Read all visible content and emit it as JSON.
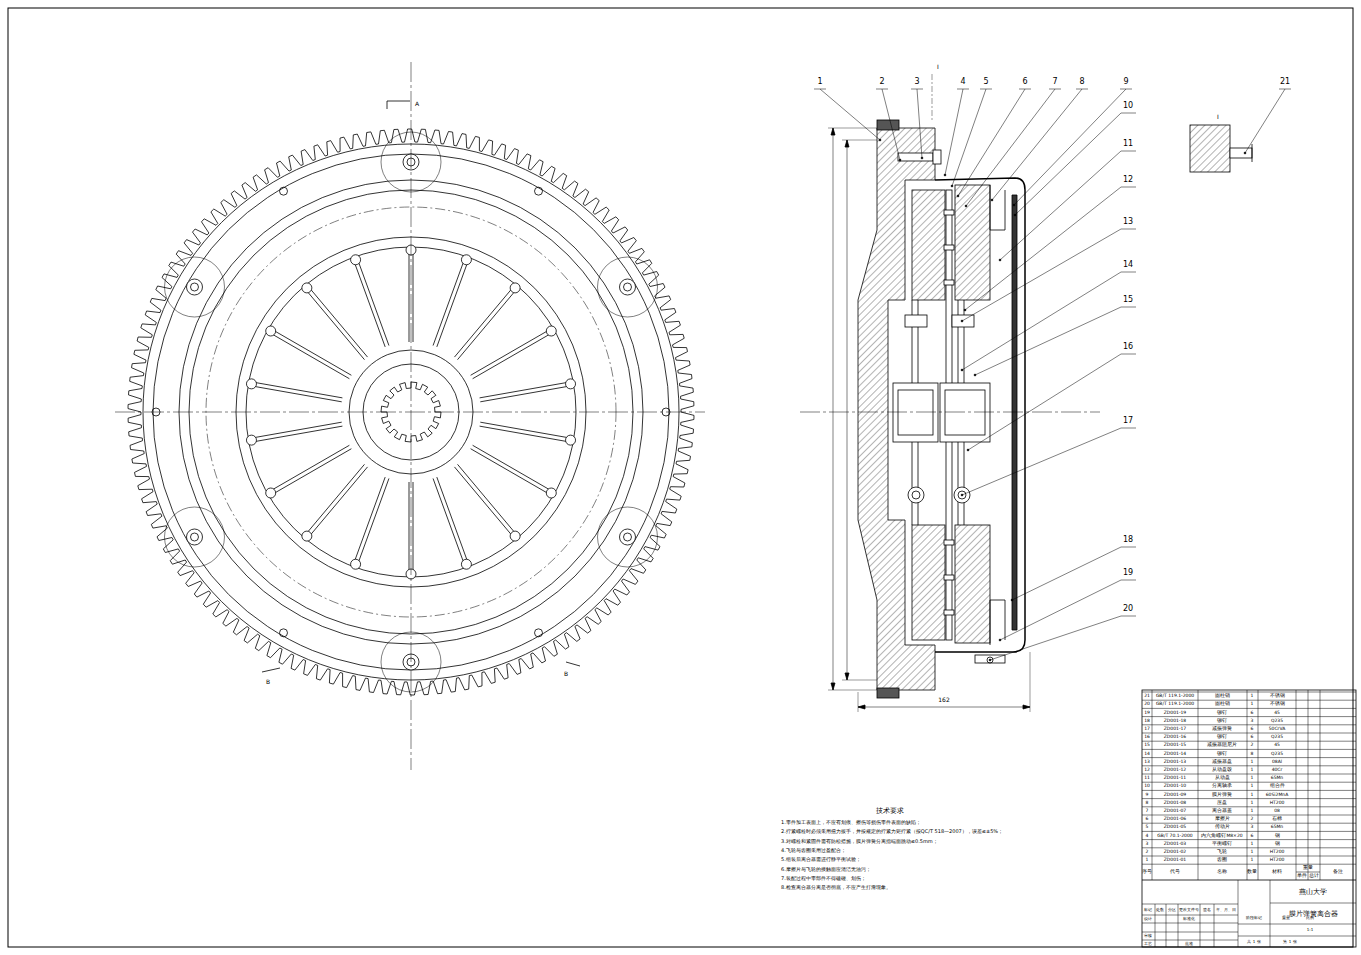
{
  "diagram": {
    "labels": [
      "1",
      "2",
      "3",
      "4",
      "5",
      "6",
      "7",
      "8",
      "9",
      "10",
      "11",
      "12",
      "13",
      "14",
      "15",
      "16",
      "17",
      "18",
      "19",
      "20",
      "21",
      "162",
      "A",
      "B",
      "B",
      "I",
      "I",
      "技术要求",
      "1.零件加工表面上，不应有划痕、擦伤等损伤零件表面的缺陷；",
      "2.拧紧螺栓时必须采用扭力扳手，并按规定的拧紧力矩拧紧（按QC/T 518—2007），误差≤±5%；",
      "3.对螺栓和紧固件需有防松措施，膜片弹簧分离指端面跳动≤0.5mm；",
      "4.飞轮与齿圈采用过盈配合；",
      "5.组装后离合器需进行静平衡试验；",
      "6.摩擦片与飞轮的接触面应清洁无油污；",
      "7.装配过程中零部件不得磕碰、划伤；",
      "8.检查离合器分离是否彻底，不应产生打滑现象。",
      "21",
      "GB/T 119.1-2000",
      "圆柱销",
      "1",
      "不锈钢",
      "20",
      "GB/T 119.1-2000",
      "圆柱销",
      "1",
      "不锈钢",
      "19",
      "ZD001-19",
      "铆钉",
      "6",
      "45",
      "18",
      "ZD001-18",
      "铆钉",
      "3",
      "Q235",
      "17",
      "ZD001-17",
      "减振弹簧",
      "6",
      "50CrVA",
      "16",
      "ZD001-16",
      "铆钉",
      "6",
      "Q235",
      "15",
      "ZD001-15",
      "减振器阻尼片",
      "2",
      "45",
      "14",
      "ZD001-14",
      "铆钉",
      "8",
      "Q235",
      "13",
      "ZD001-13",
      "减振器盘",
      "1",
      "08Al",
      "12",
      "ZD001-12",
      "从动盘毂",
      "1",
      "40Cr",
      "11",
      "ZD001-11",
      "从动盘",
      "1",
      "65Mn",
      "10",
      "ZD001-10",
      "分离轴承",
      "1",
      "组合件",
      "9",
      "ZD001-09",
      "膜片弹簧",
      "1",
      "60Si2MnA",
      "8",
      "ZD001-08",
      "压盘",
      "1",
      "HT200",
      "7",
      "ZD001-07",
      "离合器盖",
      "1",
      "08",
      "6",
      "ZD001-06",
      "摩擦片",
      "2",
      "石棉",
      "5",
      "ZD001-05",
      "传动片",
      "3",
      "65Mn",
      "4",
      "GB/T 70.1-2000",
      "内六角螺钉M8×20",
      "6",
      "钢",
      "3",
      "ZD001-03",
      "平衡螺钉",
      "1",
      "钢",
      "2",
      "ZD001-02",
      "飞轮",
      "1",
      "HT200",
      "1",
      "ZD001-01",
      "齿圈",
      "1",
      "HT200",
      "序号",
      "代号",
      "名称",
      "数量",
      "材料",
      "单件",
      "总计",
      "重量",
      "备注",
      "燕山大学",
      "膜片弹簧离合器",
      "标记",
      "处数",
      "分区",
      "更改文件号",
      "签名",
      "年、月、日",
      "设计",
      "标准化",
      "阶段标记",
      "重量",
      "比例",
      "1:1",
      "审核",
      "工艺",
      "批准",
      "共 1 张",
      "第 1 张"
    ]
  }
}
